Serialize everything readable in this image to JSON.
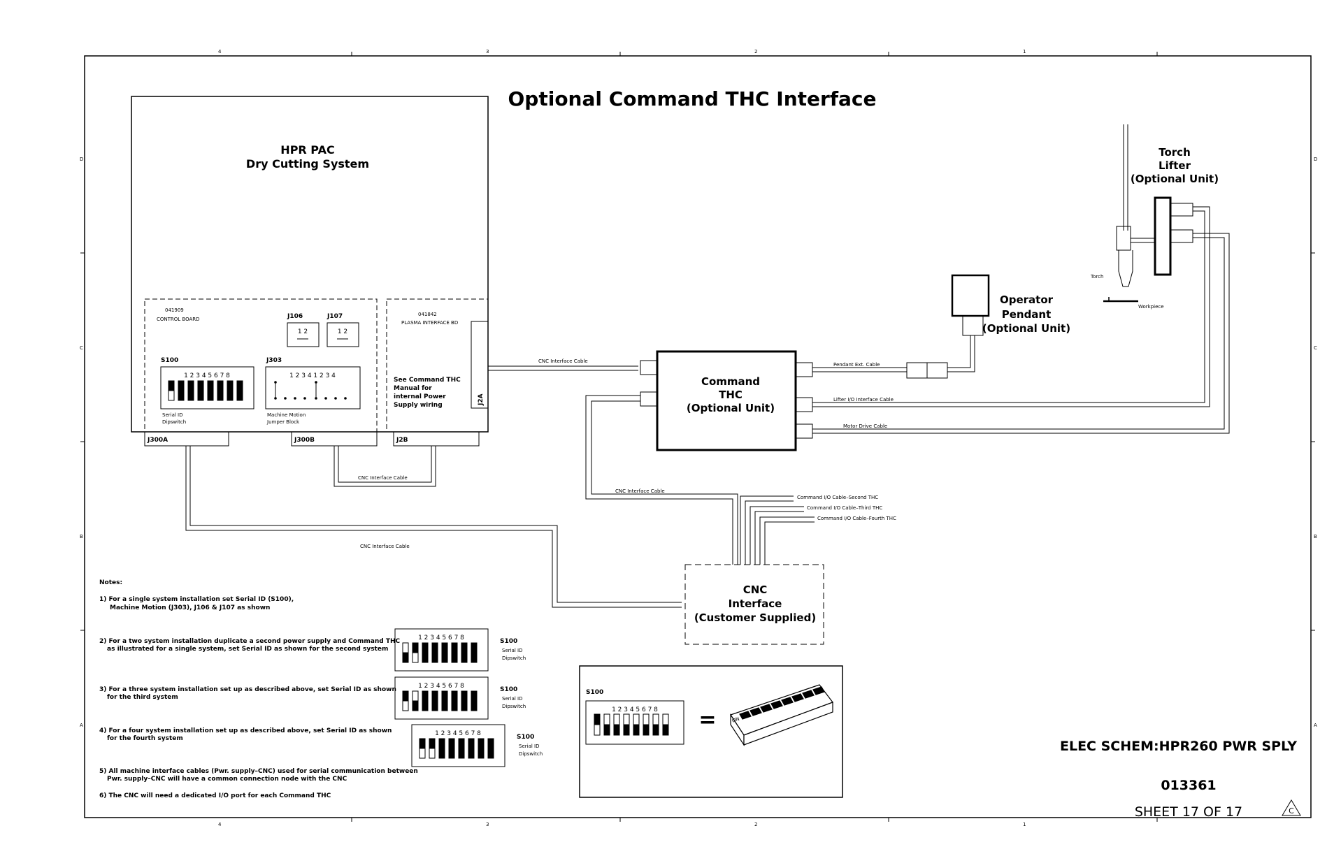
{
  "title": "Optional Command THC Interface",
  "hpr": {
    "line1": "HPR PAC",
    "line2": "Dry Cutting System"
  },
  "control_board": {
    "part": "041909",
    "name": "CONTROL BOARD"
  },
  "plasma_board": {
    "part": "041842",
    "name": "PLASMA INTERFACE BD"
  },
  "j106": {
    "label": "J106",
    "pins": "1  2"
  },
  "j107": {
    "label": "J107",
    "pins": "1  2"
  },
  "s100": {
    "label": "S100",
    "pins": "1 2 3 4 5 6 7 8",
    "cap1": "Serial ID",
    "cap2": "Dipswitch"
  },
  "j303": {
    "label": "J303",
    "pins": "1 2 3 4 1 2 3 4",
    "cap1": "Machine Motion",
    "cap2": "Jumper Block"
  },
  "see_note": [
    "See Command THC",
    "Manual for",
    "internal Power",
    "Supply wiring"
  ],
  "connectors": {
    "j2a": "J2A",
    "j300a": "J300A",
    "j300b": "J300B",
    "j2b": "J2B"
  },
  "cables": {
    "cnc1": "CNC Interface Cable",
    "cnc2": "CNC Interface Cable",
    "cnc3": "CNC Interface Cable",
    "cnc4": "CNC Interface Cable",
    "pendant": "Pendant Ext. Cable",
    "lifter": "Lifter I/O Interface Cable",
    "motor": "Motor Drive Cable",
    "second": "Command I/O Cable–Second THC",
    "third": "Command I/O Cable–Third THC",
    "fourth": "Command I/O Cable–Fourth THC"
  },
  "command_thc": {
    "l1": "Command",
    "l2": "THC",
    "l3": "(Optional Unit)"
  },
  "pendant": {
    "l1": "Operator",
    "l2": "Pendant",
    "l3": "(Optional Unit)"
  },
  "lifter": {
    "l1": "Torch",
    "l2": "Lifter",
    "l3": "(Optional Unit)",
    "torch": "Torch",
    "workpiece": "Workpiece"
  },
  "cnc": {
    "l1": "CNC",
    "l2": "Interface",
    "l3": "(Customer Supplied)"
  },
  "notes": {
    "heading": "Notes:",
    "n1a": "1)  For a single system installation set Serial ID (S100),",
    "n1b": "Machine Motion (J303), J106 & J107 as shown",
    "n2a": "2) For a two system installation duplicate a second power supply and Command THC",
    "n2b": "as illustrated for a single system, set Serial ID as shown for the second system",
    "n3a": "3) For a three system installation set up as described above, set Serial ID as shown",
    "n3b": "for the third system",
    "n4a": "4) For a four system installation set up as described above, set Serial ID as shown",
    "n4b": "for the fourth system",
    "n5a": "5) All machine interface cables (Pwr. supply–CNC) used for serial communication between",
    "n5b": "Pwr. supply–CNC will have a common connection node with the CNC",
    "n6": "6) The CNC will need a dedicated I/O port for each Command THC"
  },
  "dip_caption": {
    "label": "S100",
    "c1": "Serial ID",
    "c2": "Dipswitch"
  },
  "legend": {
    "label": "S100",
    "pins": "1 2 3 4 5 6 7 8",
    "equals": "=",
    "on": "ON"
  },
  "title_block": {
    "title": "ELEC SCHEM:HPR260 PWR SPLY",
    "number": "013361",
    "sheet": "SHEET 17 OF 17",
    "rev": "C"
  },
  "border_cols": [
    "4",
    "3",
    "2",
    "1"
  ],
  "border_rows": [
    "D",
    "C",
    "B",
    "A"
  ]
}
